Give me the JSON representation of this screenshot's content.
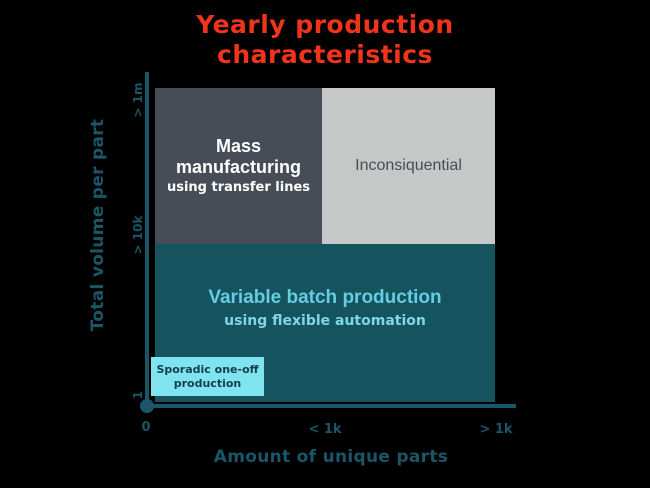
{
  "chart_data": {
    "type": "matrix",
    "title": "Yearly production characteristics",
    "title_lines": [
      "Yearly production",
      "characteristics"
    ],
    "xlabel": "Amount of unique parts",
    "ylabel": "Total volume per part",
    "xticks": [
      "0",
      "< 1k",
      "> 1k"
    ],
    "yticks": [
      "1",
      "> 10k",
      "> 1m"
    ],
    "grid": false,
    "legend": "none",
    "cells": [
      {
        "id": "mass-manufacturing",
        "title": "Mass manufacturing",
        "title_line_1": "Mass",
        "title_line_2": "manufacturing",
        "subtitle": "using transfer lines",
        "x_range": "0 to < 1k",
        "y_range": "> 10k to > 1m",
        "fill": "#474D56",
        "text_color": "#FFFFFF"
      },
      {
        "id": "inconsiquential",
        "title": "Inconsiquential",
        "subtitle": "",
        "x_range": "< 1k to > 1k",
        "y_range": "> 10k to > 1m",
        "fill": "#C6C7C7",
        "text_color": "#474D56"
      },
      {
        "id": "variable-batch-production",
        "title": "Variable batch production",
        "subtitle": "using flexible automation",
        "x_range": "0 to > 1k",
        "y_range": "1 to > 10k",
        "fill": "#15535F",
        "text_color": "#66CCE0"
      },
      {
        "id": "sporadic-one-off-production",
        "title": "Sporadic one-off production",
        "title_line_1": "Sporadic one-off",
        "title_line_2": "production",
        "subtitle": "",
        "x_range": "0 to small",
        "y_range": "1 (low)",
        "fill": "#7FE3F0",
        "text_color": "#123F4A"
      }
    ],
    "colors": {
      "background": "#000000",
      "title": "#F0341B",
      "axis": "#1A5668",
      "axis_label": "#1A5668"
    }
  }
}
